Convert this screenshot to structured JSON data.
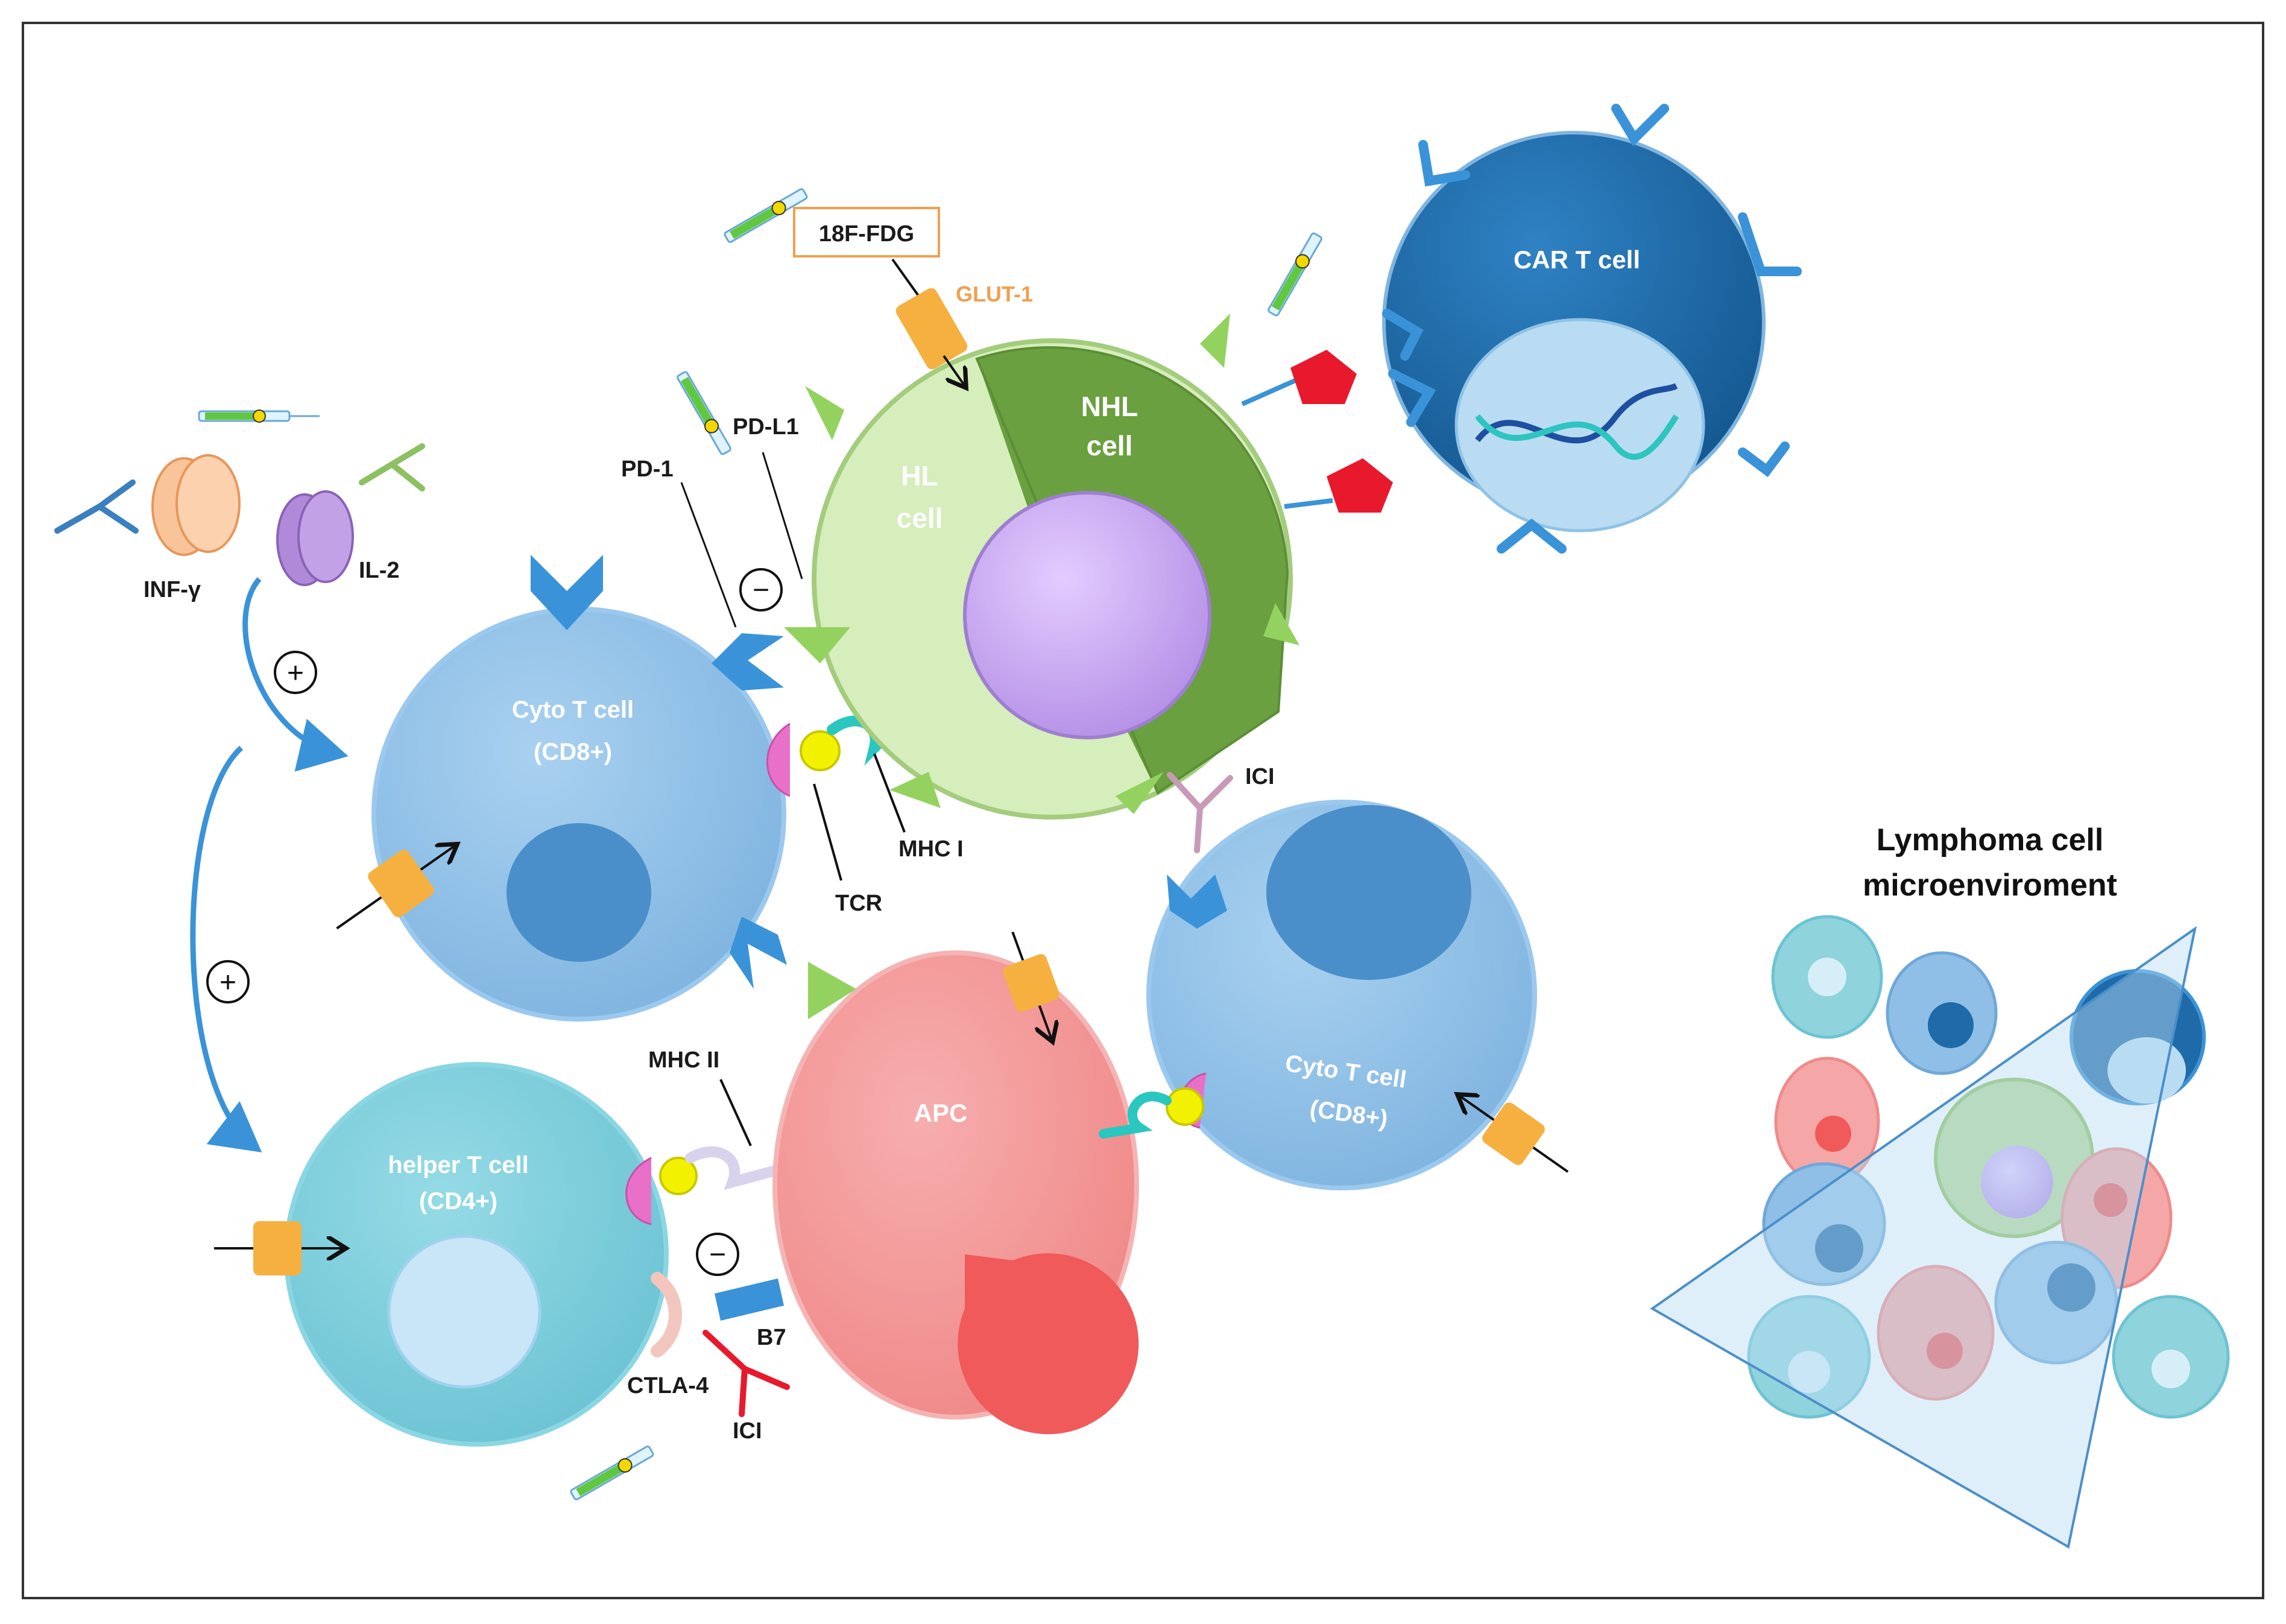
{
  "labels": {
    "fdg": "18F-FDG",
    "glut": "GLUT-1",
    "nhl_line1": "NHL",
    "nhl_line2": "cell",
    "hl_line1": "HL",
    "hl_line2": "cell",
    "pdl1": "PD-L1",
    "pd1": "PD-1",
    "car_t": "CAR T cell",
    "inf_gamma": "INF-γ",
    "il2": "IL-2",
    "cyto_line1": "Cyto T cell",
    "cyto_line2": "(CD8+)",
    "mhc1": "MHC I",
    "tcr": "TCR",
    "ici_top": "ICI",
    "apc": "APC",
    "mhc2": "MHC II",
    "helper_line1": "helper T cell",
    "helper_line2": "(CD4+)",
    "ctla4": "CTLA-4",
    "b7": "B7",
    "ici_bottom": "ICI",
    "cyto2_line1": "Cyto T cell",
    "cyto2_line2": "(CD8+)",
    "micro_line1": "Lymphoma cell",
    "micro_line2": "microenviroment",
    "plus": "+",
    "minus": "−"
  },
  "colors": {
    "cyto_t": "#8fbfe6",
    "helper_t": "#7fcfdc",
    "apc": "#f49b9b",
    "hl": "#d4ebb8",
    "nhl": "#6aa040",
    "car_t": "#1f6aa8",
    "nucleus": "#c9a6f0",
    "receptor": "#3a93d8",
    "glut": "#f5b040",
    "antigen": "#e8192c"
  }
}
